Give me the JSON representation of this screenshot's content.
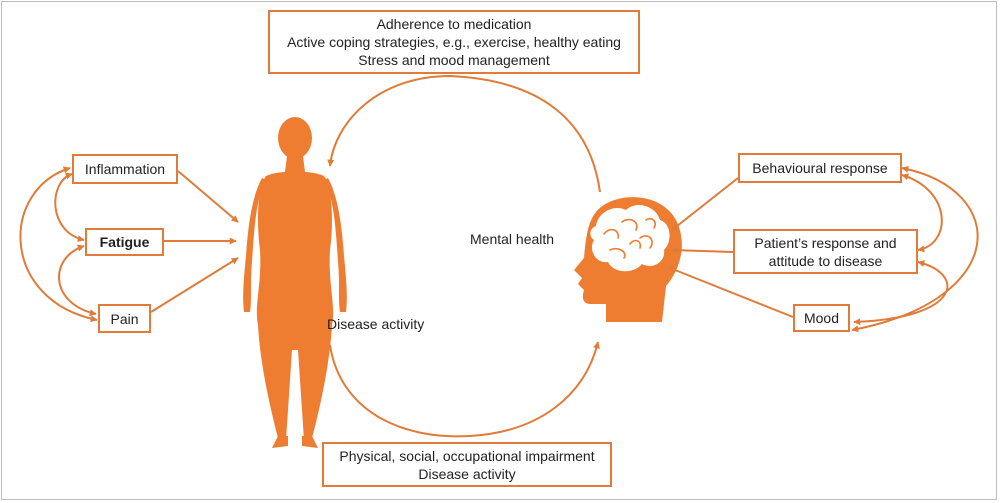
{
  "colors": {
    "accent": "#e07b39",
    "figure": "#ee7d31",
    "brain": "#ffffff"
  },
  "top_box": {
    "lines": [
      "Adherence to medication",
      "Active coping strategies, e.g., exercise, healthy eating",
      "Stress and mood management"
    ]
  },
  "bottom_box": {
    "lines": [
      "Physical, social, occupational impairment",
      "Disease activity"
    ]
  },
  "left_factors": {
    "inflammation": "Inflammation",
    "fatigue": "Fatigue",
    "pain": "Pain"
  },
  "right_factors": {
    "behavioural": "Behavioural response",
    "attitude_lines": [
      "Patient’s response and",
      "attitude to disease"
    ],
    "mood": "Mood"
  },
  "labels": {
    "mental_health": "Mental health",
    "disease_activity": "Disease activity"
  },
  "icons": {
    "body": "human-body-silhouette-icon",
    "head": "head-with-brain-icon"
  }
}
